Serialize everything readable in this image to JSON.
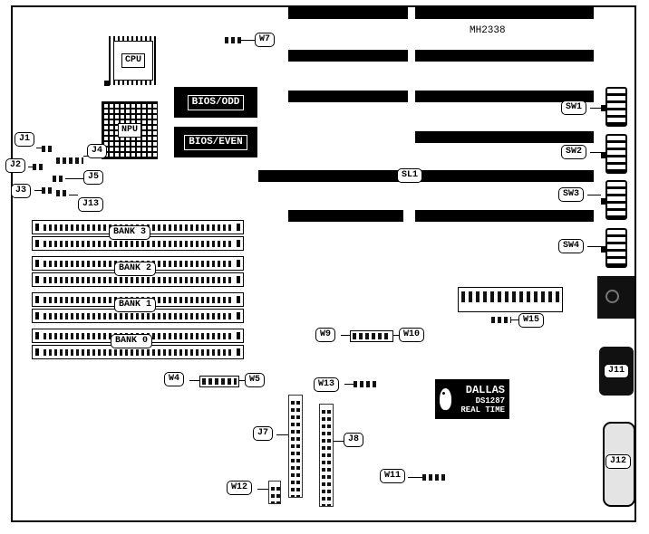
{
  "board": {
    "part_number": "MH2338"
  },
  "chips": {
    "cpu": "CPU",
    "npu": "NPU",
    "bios_odd": "BIOS/ODD",
    "bios_even": "BIOS/EVEN"
  },
  "rtc": {
    "brand": "DALLAS",
    "model": "DS1287",
    "type": "REAL TIME"
  },
  "slot_labels": {
    "sl1": "SL1"
  },
  "switch_labels": {
    "sw1": "SW1",
    "sw2": "SW2",
    "sw3": "SW3",
    "sw4": "SW4"
  },
  "memory_banks": {
    "bank3": "BANK 3",
    "bank2": "BANK 2",
    "bank1": "BANK 1",
    "bank0": "BANK 0"
  },
  "jumper_labels": {
    "w4": "W4",
    "w5": "W5",
    "w7": "W7",
    "w9": "W9",
    "w10": "W10",
    "w11": "W11",
    "w12": "W12",
    "w13": "W13",
    "w15": "W15"
  },
  "connector_labels": {
    "j1": "J1",
    "j2": "J2",
    "j3": "J3",
    "j4": "J4",
    "j5": "J5",
    "j7": "J7",
    "j8": "J8",
    "j11": "J11",
    "j12": "J12",
    "j13": "J13"
  }
}
